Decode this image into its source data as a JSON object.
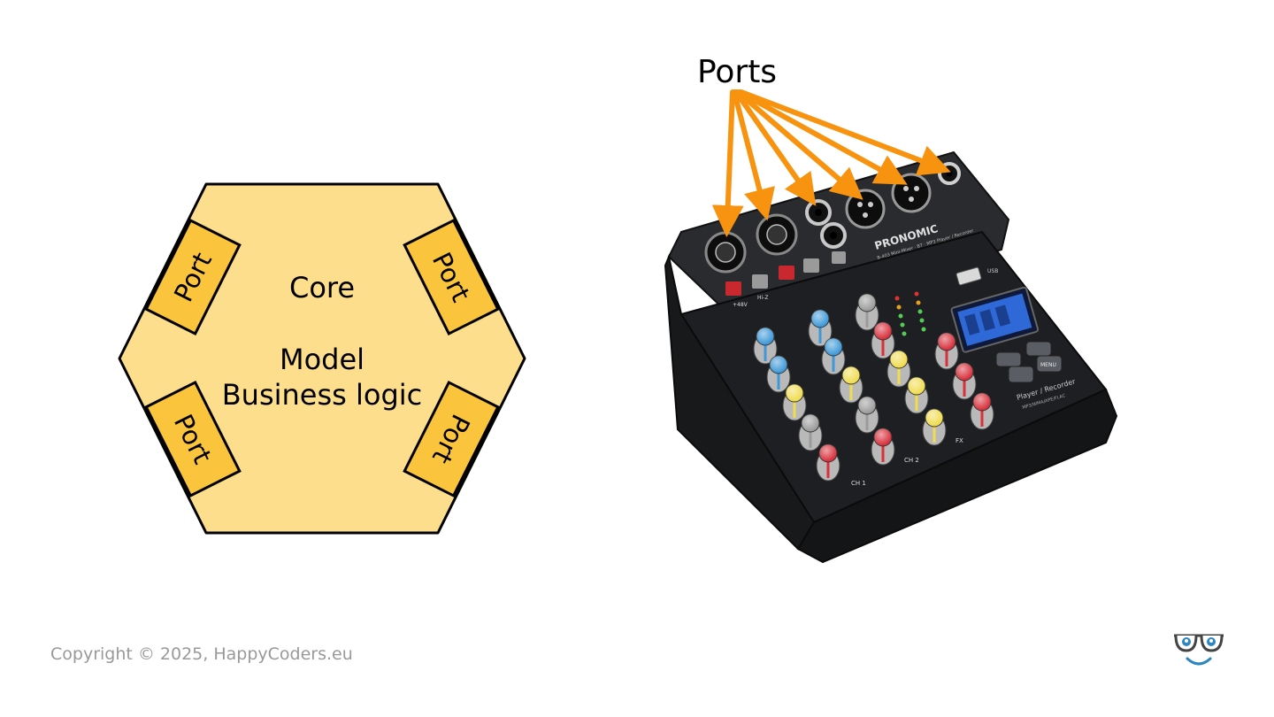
{
  "hexagon": {
    "core_label": "Core",
    "model_label": "Model",
    "business_logic_label": "Business logic",
    "ports": [
      {
        "label": "Port",
        "position": "upper-left"
      },
      {
        "label": "Port",
        "position": "upper-right"
      },
      {
        "label": "Port",
        "position": "lower-left"
      },
      {
        "label": "Port",
        "position": "lower-right"
      }
    ]
  },
  "mixer": {
    "ports_label": "Ports",
    "brand_text": "PRONOMIC",
    "model_text": "B-403 Mini-Mixer · BT · MP3 Player / Recorder",
    "usb_label": "USB",
    "channel_labels": [
      "CH 1",
      "CH 2",
      "FX"
    ],
    "phantom_label": "+48V",
    "hiz_label": "Hi-Z",
    "menu_label": "MENU",
    "player_label": "Player / Recorder",
    "player_sub_label": "MP3/WMA/APE/FLAC"
  },
  "footer": {
    "copyright": "Copyright © 2025, HappyCoders.eu"
  },
  "colors": {
    "hexagon_fill": "#FDDE8C",
    "port_fill": "#FBC43D",
    "arrow": "#F7930E",
    "mixer_body": "#1E1F22",
    "knob_blue": "#3F99D8",
    "knob_yellow": "#F0DC50",
    "knob_red": "#D8313C"
  }
}
